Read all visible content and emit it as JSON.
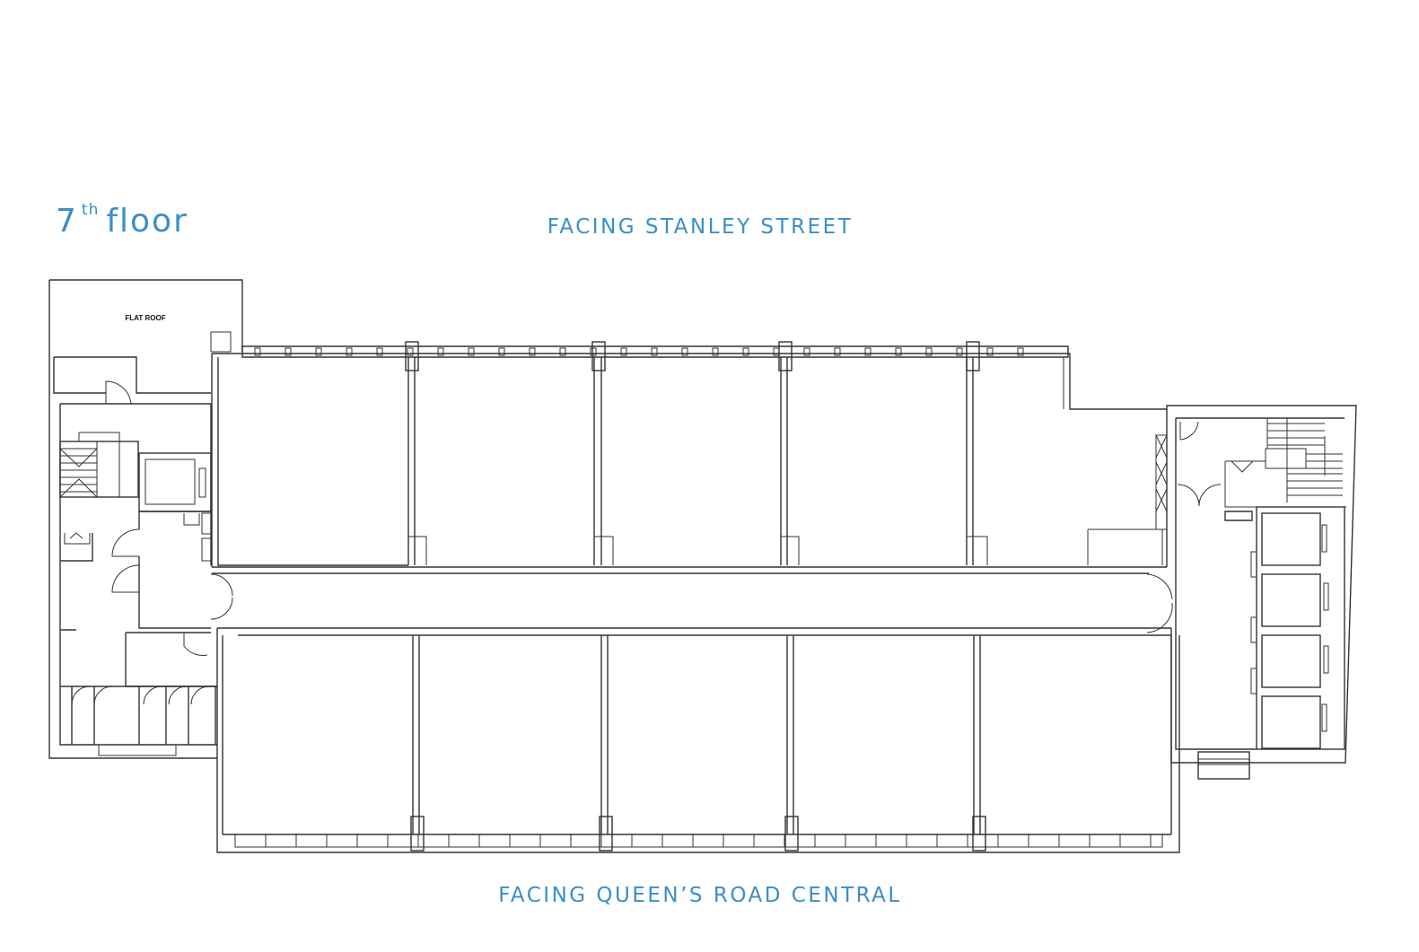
{
  "floor": {
    "number": "7",
    "suffix": "th",
    "word": "floor"
  },
  "labels": {
    "north": "FACING STANLEY STREET",
    "south": "FACING QUEEN’S ROAD CENTRAL",
    "flat_roof": "FLAT ROOF"
  },
  "colors": {
    "label_blue": "#3a8fc6",
    "wall": "#333333"
  }
}
